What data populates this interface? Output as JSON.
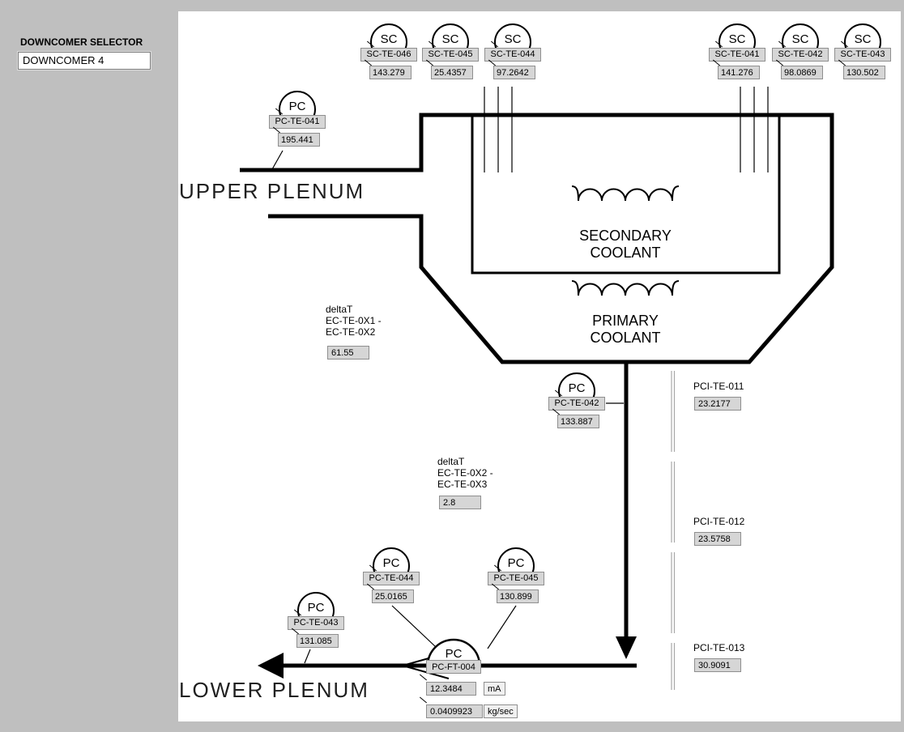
{
  "colors": {
    "background": "#bfbfbf",
    "canvas": "#ffffff",
    "line": "#000000",
    "indicator_box": "#d6d6d6",
    "dashed_line": "#a8a8a8"
  },
  "sidebar": {
    "selector_label": "DOWNCOMER SELECTOR",
    "selector_value": "DOWNCOMER 4"
  },
  "diagram": {
    "upper_plenum": "UPPER PLENUM",
    "lower_plenum": "LOWER PLENUM",
    "secondary_coolant": [
      "SECONDARY",
      "COOLANT"
    ],
    "primary_coolant": [
      "PRIMARY",
      "COOLANT"
    ],
    "gauges": {
      "sc_te_046": {
        "type": "SC",
        "tag": "SC-TE-046",
        "value": "143.279"
      },
      "sc_te_045": {
        "type": "SC",
        "tag": "SC-TE-045",
        "value": "25.4357"
      },
      "sc_te_044": {
        "type": "SC",
        "tag": "SC-TE-044",
        "value": "97.2642"
      },
      "sc_te_041": {
        "type": "SC",
        "tag": "SC-TE-041",
        "value": "141.276"
      },
      "sc_te_042": {
        "type": "SC",
        "tag": "SC-TE-042",
        "value": "98.0869"
      },
      "sc_te_043": {
        "type": "SC",
        "tag": "SC-TE-043",
        "value": "130.502"
      },
      "pc_te_041": {
        "type": "PC",
        "tag": "PC-TE-041",
        "value": "195.441"
      },
      "pc_te_042": {
        "type": "PC",
        "tag": "PC-TE-042",
        "value": "133.887"
      },
      "pc_te_044": {
        "type": "PC",
        "tag": "PC-TE-044",
        "value": "25.0165"
      },
      "pc_te_045": {
        "type": "PC",
        "tag": "PC-TE-045",
        "value": "130.899"
      },
      "pc_te_043": {
        "type": "PC",
        "tag": "PC-TE-043",
        "value": "131.085"
      }
    },
    "delta_t_1": {
      "title": "deltaT",
      "expr_line1": "EC-TE-0X1 -",
      "expr_line2": "EC-TE-0X2",
      "value": "61.55"
    },
    "delta_t_2": {
      "title": "deltaT",
      "expr_line1": "EC-TE-0X2 -",
      "expr_line2": "EC-TE-0X3",
      "value": "2.8"
    },
    "pci_probes": [
      {
        "tag": "PCI-TE-011",
        "value": "23.2177"
      },
      {
        "tag": "PCI-TE-012",
        "value": "23.5758"
      },
      {
        "tag": "PCI-TE-013",
        "value": "30.9091"
      }
    ],
    "flow_transmitter": {
      "type": "PC",
      "tag": "PC-FT-004",
      "current_value": "12.3484",
      "current_unit": "mA",
      "flow_value": "0.0409923",
      "flow_unit": "kg/sec"
    }
  }
}
